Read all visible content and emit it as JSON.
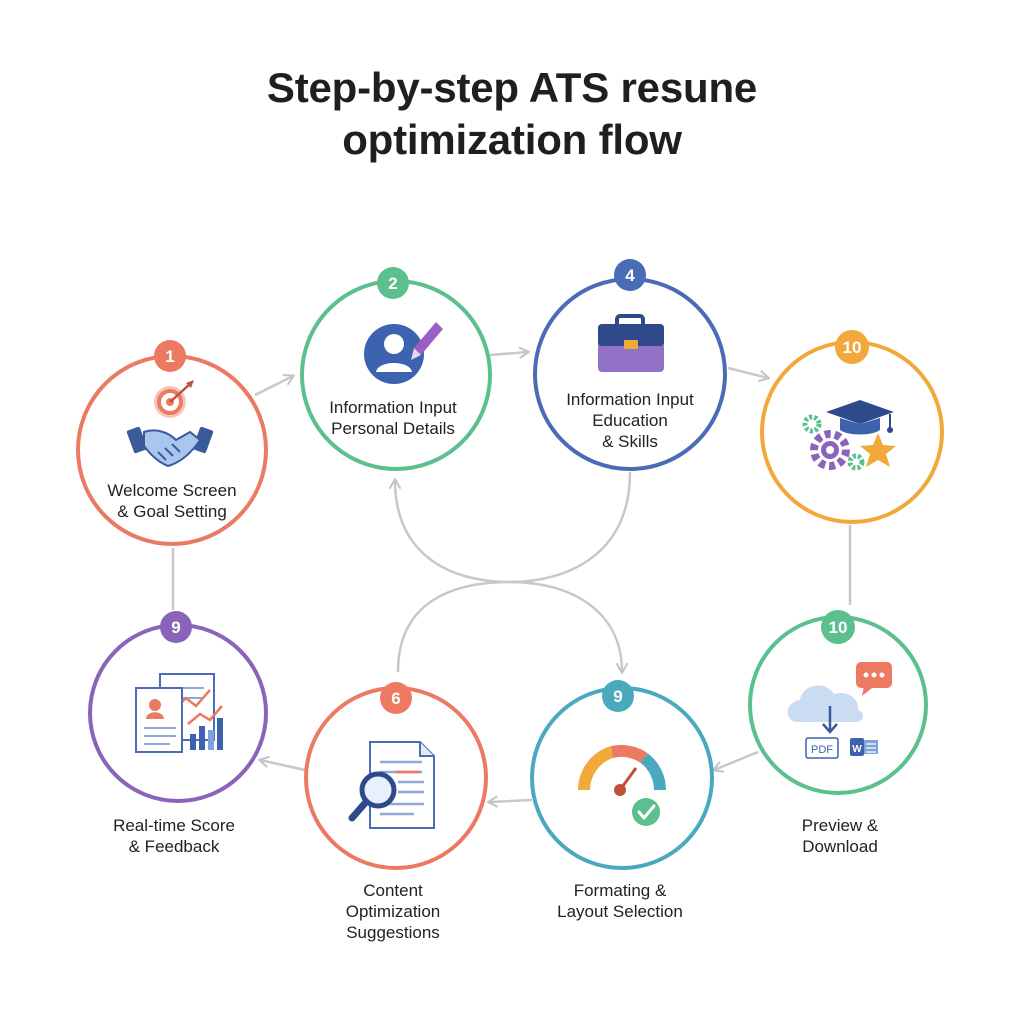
{
  "title_lines": [
    "Step-by-step ATS resune",
    "optimization flow"
  ],
  "colors": {
    "coral": "#ec7a63",
    "green": "#5bbf8e",
    "blue": "#4a6bb5",
    "orange": "#f2a93b",
    "teal": "#4aa9bf",
    "purple": "#8a64b8",
    "connector": "#c8c8c8"
  },
  "steps": [
    {
      "id": "welcome",
      "badge": "1",
      "label_lines": [
        "Welcome Screen",
        "& Goal Setting"
      ],
      "icon": "handshake-target-icon"
    },
    {
      "id": "personal",
      "badge": "2",
      "label_lines": [
        "Information Input",
        "Personal Details"
      ],
      "icon": "user-pen-icon"
    },
    {
      "id": "education",
      "badge": "4",
      "label_lines": [
        "Information Input",
        "Education",
        "& Skills"
      ],
      "icon": "briefcase-icon"
    },
    {
      "id": "skills",
      "badge": "10",
      "label_lines": [],
      "icon": "grad-cap-gears-star-icon"
    },
    {
      "id": "download",
      "badge": "10",
      "label_lines": [
        "Preview &",
        "Download"
      ],
      "icon": "cloud-download-pdf-word-icon"
    },
    {
      "id": "formatting",
      "badge": "9",
      "label_lines": [
        "Formating &",
        "Layout Selection"
      ],
      "icon": "gauge-check-icon"
    },
    {
      "id": "content",
      "badge": "6",
      "label_lines": [
        "Content",
        "Optimization",
        "Suggestions"
      ],
      "icon": "document-magnifier-icon"
    },
    {
      "id": "score",
      "badge": "9",
      "label_lines": [
        "Real-time Score",
        "& Feedback"
      ],
      "icon": "resume-chart-icon"
    }
  ],
  "icon_text": {
    "pdf": "PDF",
    "word": "W"
  }
}
